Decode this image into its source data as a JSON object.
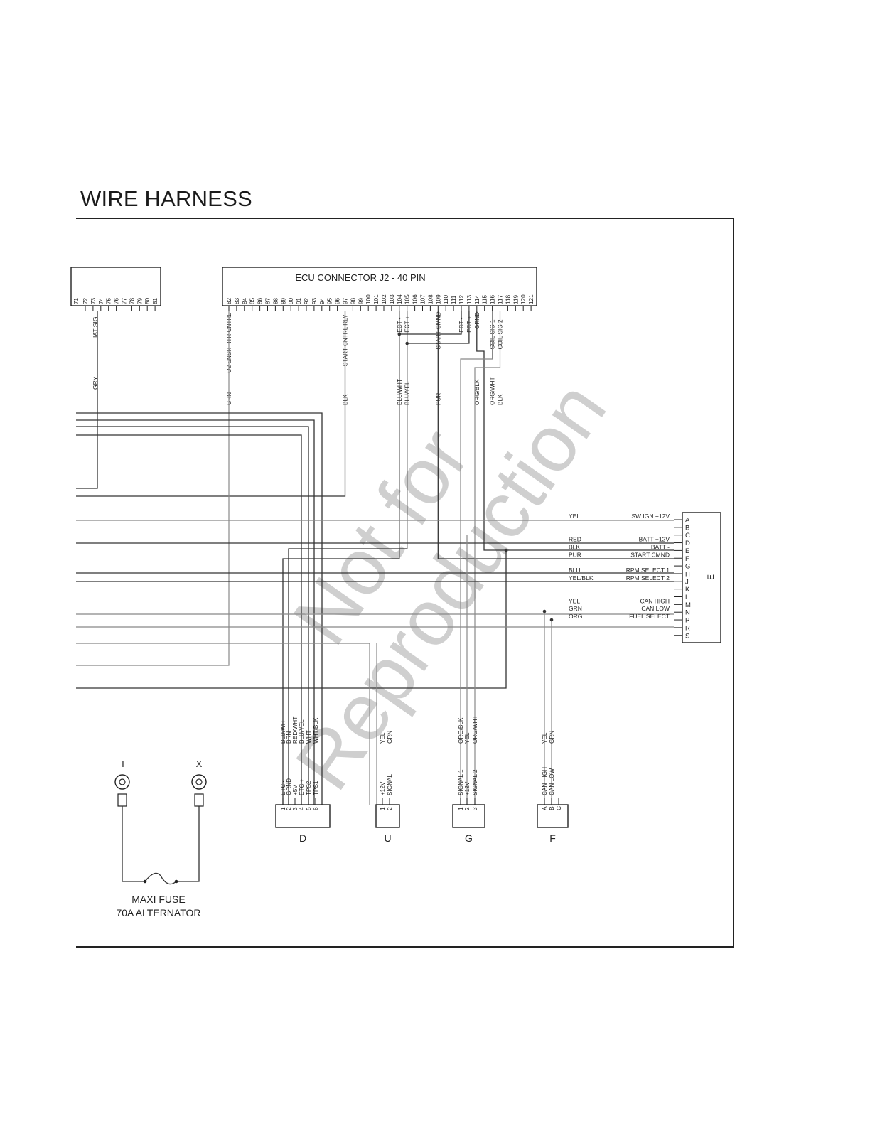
{
  "title": "WIRE HARNESS",
  "watermark": {
    "line1": "Not for",
    "line2": "Reproduction"
  },
  "ecu": {
    "title": "ECU CONNECTOR J2 - 40 PIN",
    "pins": [
      "82",
      "83",
      "84",
      "85",
      "86",
      "87",
      "88",
      "89",
      "90",
      "91",
      "92",
      "93",
      "94",
      "95",
      "96",
      "97",
      "98",
      "99",
      "100",
      "101",
      "102",
      "103",
      "104",
      "105",
      "106",
      "107",
      "108",
      "109",
      "110",
      "111",
      "112",
      "113",
      "114",
      "115",
      "116",
      "117",
      "118",
      "119",
      "120",
      "121"
    ],
    "pin_labels": [
      {
        "pin": "82",
        "text": "O2 SNSR HTR CNTRL",
        "color": "GRN"
      },
      {
        "pin": "97",
        "text": "START CNTRL RLY",
        "color": "BLK"
      },
      {
        "pin": "104",
        "text": "ECT -",
        "color": "BLU/WHT"
      },
      {
        "pin": "105",
        "text": "ECT +",
        "color": "BLU/YEL"
      },
      {
        "pin": "109",
        "text": "START CMND",
        "color": "PUR"
      },
      {
        "pin": "112",
        "text": "ECT -",
        "color": ""
      },
      {
        "pin": "113",
        "text": "ECT +",
        "color": ""
      },
      {
        "pin": "114",
        "text": "GRND",
        "color": "ORG/BLK"
      },
      {
        "pin": "116",
        "text": "COIL SIG 1",
        "color": "ORG/WHT"
      },
      {
        "pin": "117",
        "text": "COIL SIG 2",
        "color": "BLK"
      }
    ]
  },
  "left_connector": {
    "pins": [
      "72",
      "73",
      "74",
      "75",
      "76",
      "77",
      "78",
      "79",
      "80",
      "81"
    ],
    "partial_pin": "71",
    "pin_label": "IAT SIG",
    "wire_color": "GRY"
  },
  "connector_e": {
    "name": "E",
    "rows": [
      {
        "pin": "A",
        "color": "YEL",
        "signal": "SW IGN +12V"
      },
      {
        "pin": "B",
        "color": "",
        "signal": ""
      },
      {
        "pin": "C",
        "color": "",
        "signal": ""
      },
      {
        "pin": "D",
        "color": "RED",
        "signal": "BATT +12V"
      },
      {
        "pin": "E",
        "color": "BLK",
        "signal": "BATT -"
      },
      {
        "pin": "F",
        "color": "PUR",
        "signal": "START CMND"
      },
      {
        "pin": "G",
        "color": "",
        "signal": ""
      },
      {
        "pin": "H",
        "color": "BLU",
        "signal": "RPM SELECT 1"
      },
      {
        "pin": "J",
        "color": "YEL/BLK",
        "signal": "RPM SELECT 2"
      },
      {
        "pin": "K",
        "color": "",
        "signal": ""
      },
      {
        "pin": "L",
        "color": "",
        "signal": ""
      },
      {
        "pin": "M",
        "color": "YEL",
        "signal": "CAN HIGH"
      },
      {
        "pin": "N",
        "color": "GRN",
        "signal": "CAN LOW"
      },
      {
        "pin": "P",
        "color": "ORG",
        "signal": "FUEL SELECT"
      },
      {
        "pin": "R",
        "color": "",
        "signal": ""
      },
      {
        "pin": "S",
        "color": "",
        "signal": ""
      }
    ]
  },
  "bottom_connectors": [
    {
      "name": "D",
      "wires": [
        "BLU/WHT",
        "BRN",
        "RED/WHT",
        "BLU/YEL",
        "WHT",
        "WHT/BLK"
      ],
      "signals": [
        "ETC -",
        "GRND",
        "+5V",
        "ETC +",
        "TPS2",
        "TPS1"
      ],
      "pins": [
        "1",
        "2",
        "3",
        "4",
        "5",
        "6"
      ]
    },
    {
      "name": "U",
      "wires": [
        "YEL",
        "GRN"
      ],
      "signals": [
        "+12V",
        "SIGNAL"
      ],
      "pins": [
        "1",
        "2"
      ]
    },
    {
      "name": "G",
      "wires": [
        "ORG/BLK",
        "YEL",
        "ORG/WHT"
      ],
      "signals": [
        "SIGNAL 1",
        "+12V",
        "SIGNAL 2"
      ],
      "pins": [
        "1",
        "2",
        "3"
      ]
    },
    {
      "name": "F",
      "wires": [
        "YEL",
        "GRN"
      ],
      "signals": [
        "CAN HIGH",
        "CAN LOW"
      ],
      "pins": [
        "A",
        "B",
        "C"
      ]
    }
  ],
  "ring_terminals": [
    {
      "name": "T"
    },
    {
      "name": "X"
    }
  ],
  "fuse": {
    "line1": "MAXI FUSE",
    "line2": "70A ALTERNATOR"
  }
}
